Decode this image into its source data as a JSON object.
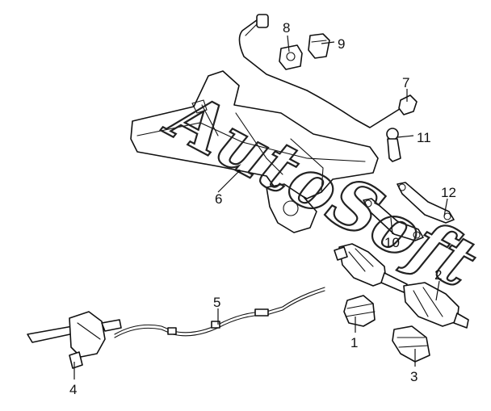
{
  "watermark": "AutoSoft",
  "callouts": {
    "n1": "1",
    "n2": "2",
    "n3": "3",
    "n4": "4",
    "n5": "5",
    "n6": "6",
    "n7": "7",
    "n8": "8",
    "n9": "9",
    "n10": "10",
    "n11": "11",
    "n12": "12"
  },
  "colors": {
    "line": "#111111",
    "background": "#ffffff"
  }
}
